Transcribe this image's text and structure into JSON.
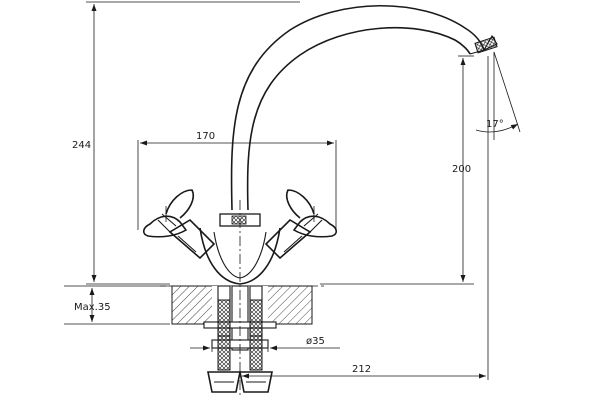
{
  "drawing": {
    "dimensions": {
      "height_total": "244",
      "handle_span": "170",
      "spout_height": "200",
      "spout_angle": "17°",
      "max_counter": "Max.35",
      "hole_diameter": "ø35",
      "spout_reach": "212"
    },
    "colors": {
      "line": "#1a1a1a",
      "background": "#ffffff",
      "hatch": "#1a1a1a"
    }
  }
}
